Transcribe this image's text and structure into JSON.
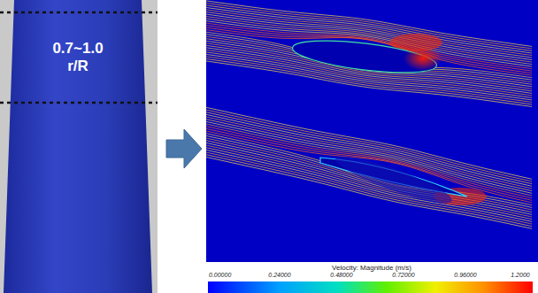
{
  "diagram": {
    "nodes": [
      {
        "text": [
          "0.7~1.0 r/R"
        ]
      }
    ],
    "labels": [
      "Velocity: Magnitude (m/s)",
      "0.00000",
      "0.24000",
      "0.48000",
      "0.72000",
      "0.96000",
      "1.2000"
    ]
  }
}
